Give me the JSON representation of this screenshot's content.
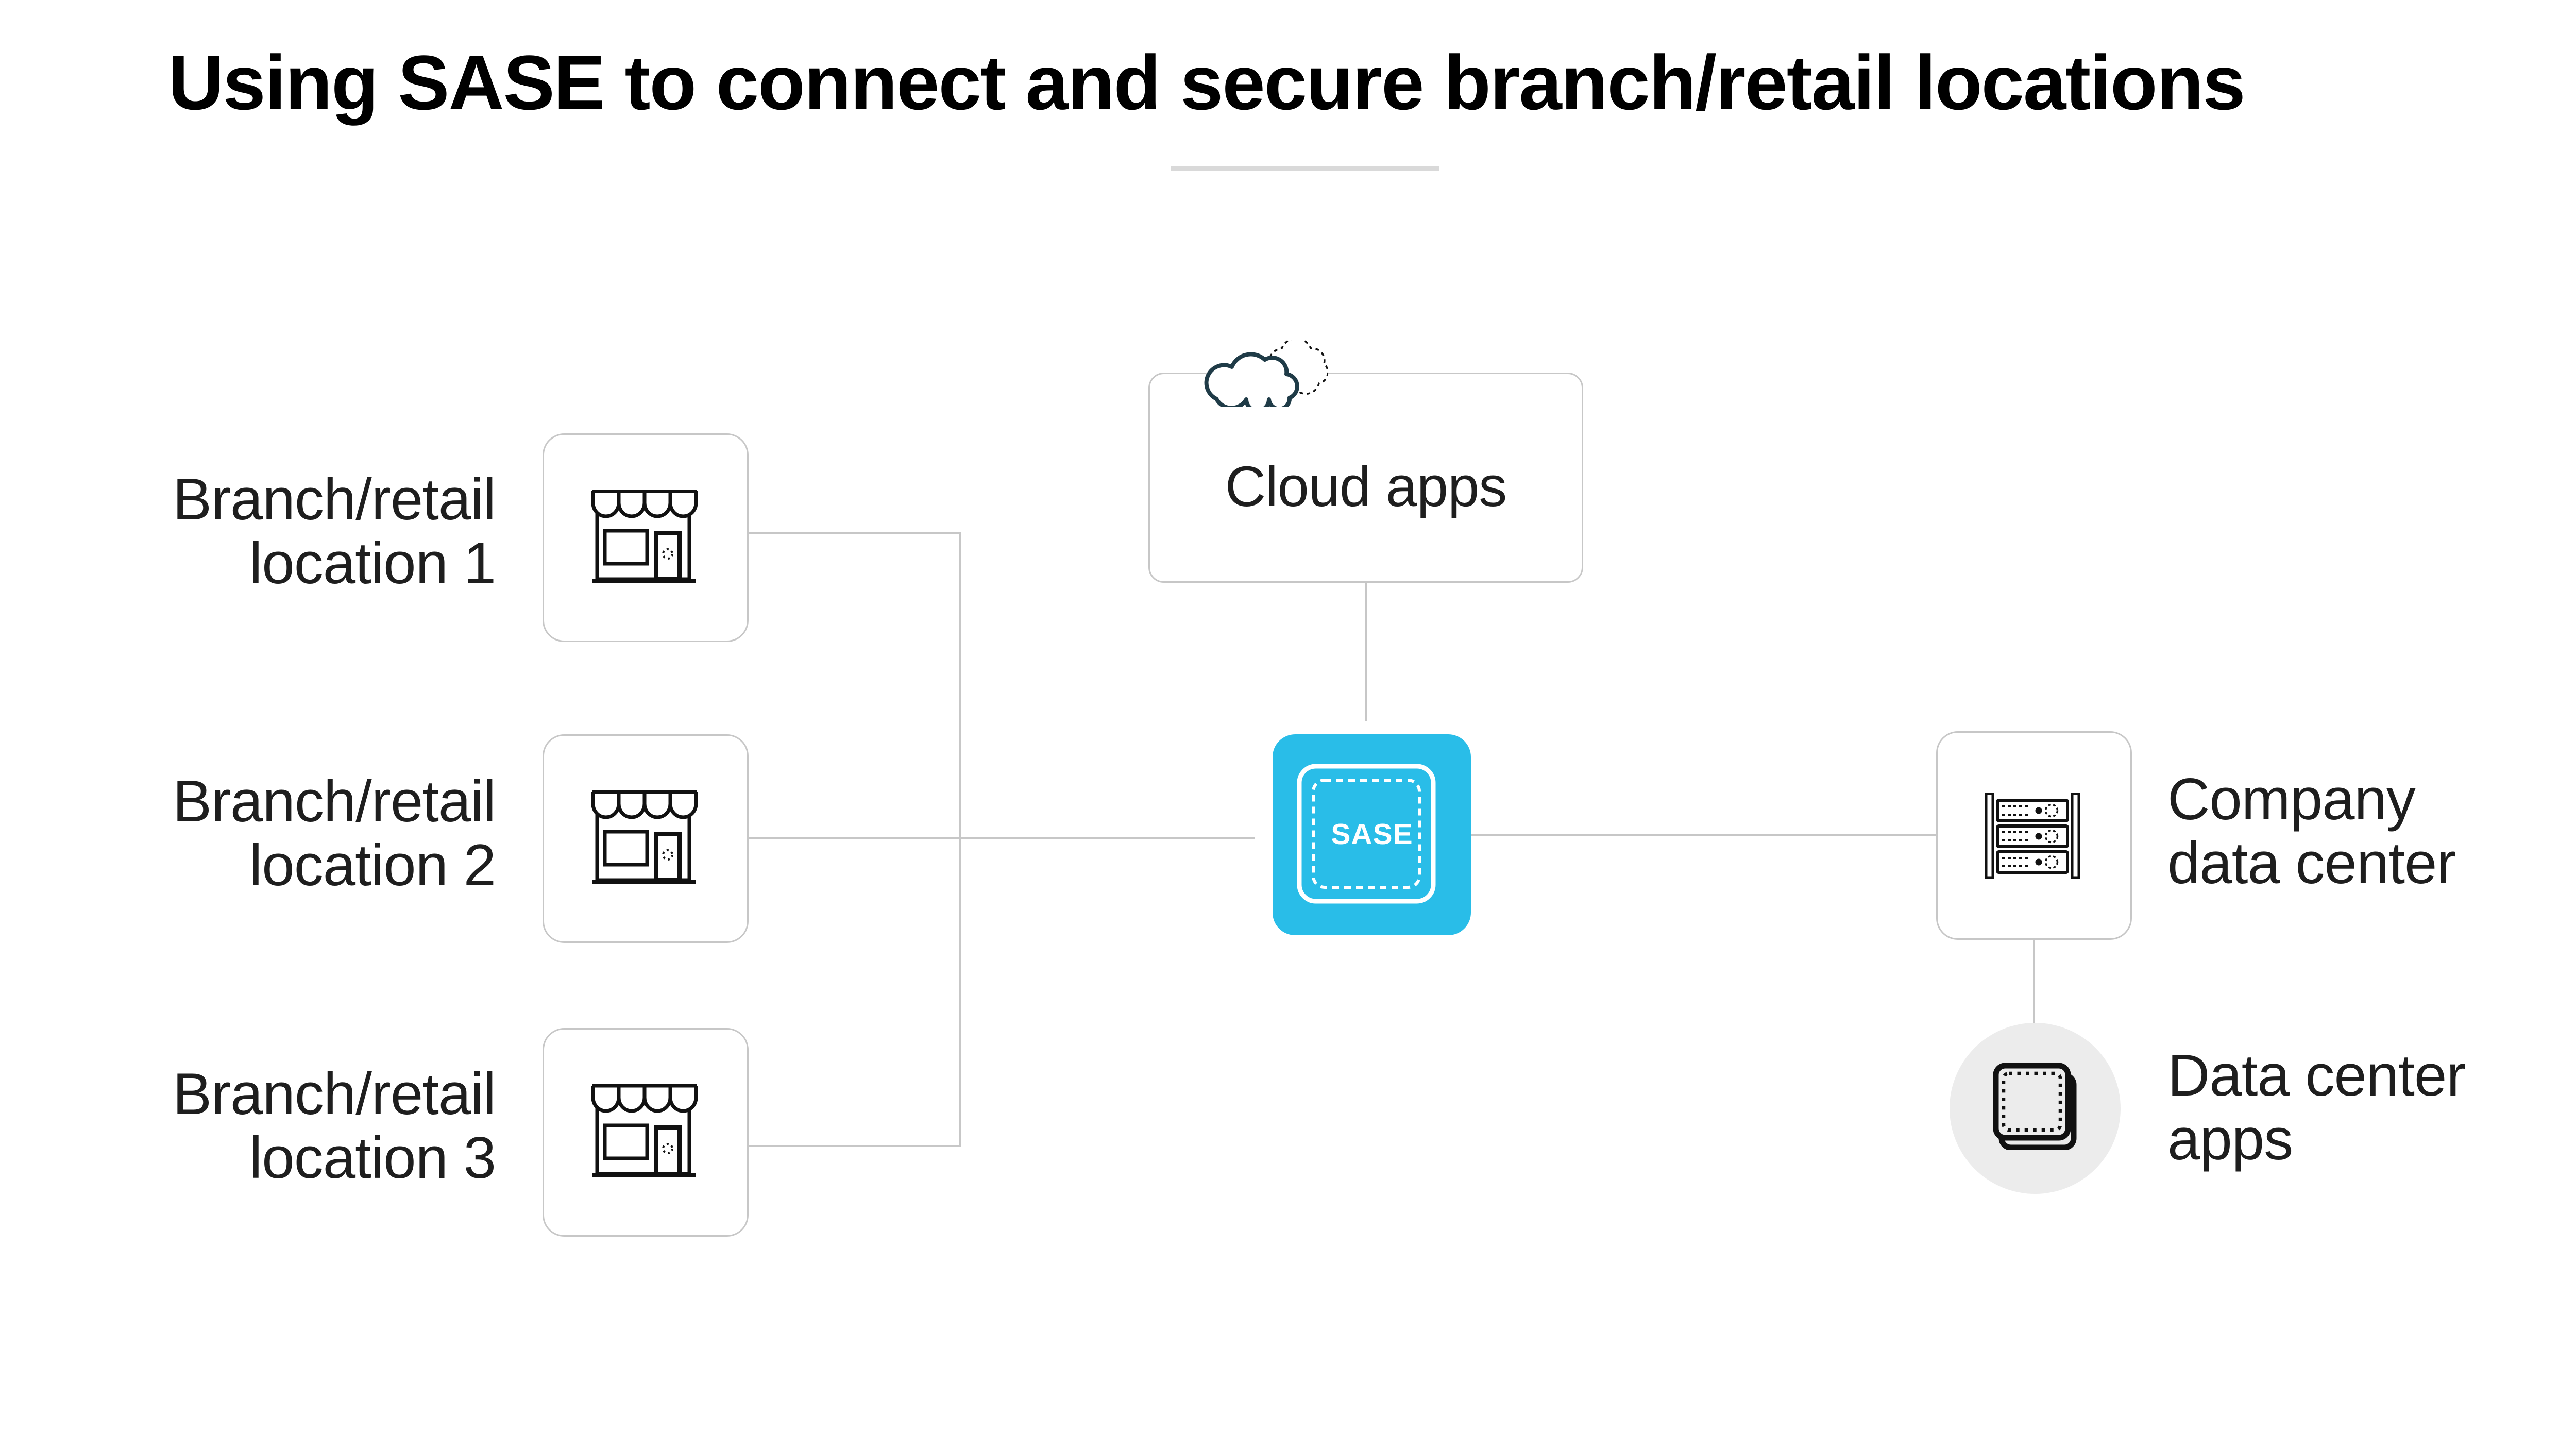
{
  "title": "Using SASE to connect and secure branch/retail locations",
  "colors": {
    "accent_cyan": "#29BDE8",
    "connector_gray": "#C7C7C7",
    "divider_gray": "#D9D9D9",
    "circle_gray": "#ECECEC",
    "cloud_icon_stroke": "#1F3B47",
    "icon_stroke_black": "#111111",
    "text_dark": "#1E1E1E",
    "sase_text_white": "#FFFFFF"
  },
  "branches": [
    {
      "lines": [
        "Branch/retail",
        "location 1"
      ]
    },
    {
      "lines": [
        "Branch/retail",
        "location 2"
      ]
    },
    {
      "lines": [
        "Branch/retail",
        "location 3"
      ]
    }
  ],
  "cloud_apps": {
    "label": "Cloud apps"
  },
  "sase": {
    "label": "SASE"
  },
  "company_data_center": {
    "lines": [
      "Company",
      "data center"
    ]
  },
  "data_center_apps": {
    "lines": [
      "Data center",
      "apps"
    ]
  },
  "icons": {
    "store": "storefront-icon",
    "cloud": "cloud-icon",
    "server": "server-rack-icon",
    "apps": "stacked-apps-icon"
  }
}
